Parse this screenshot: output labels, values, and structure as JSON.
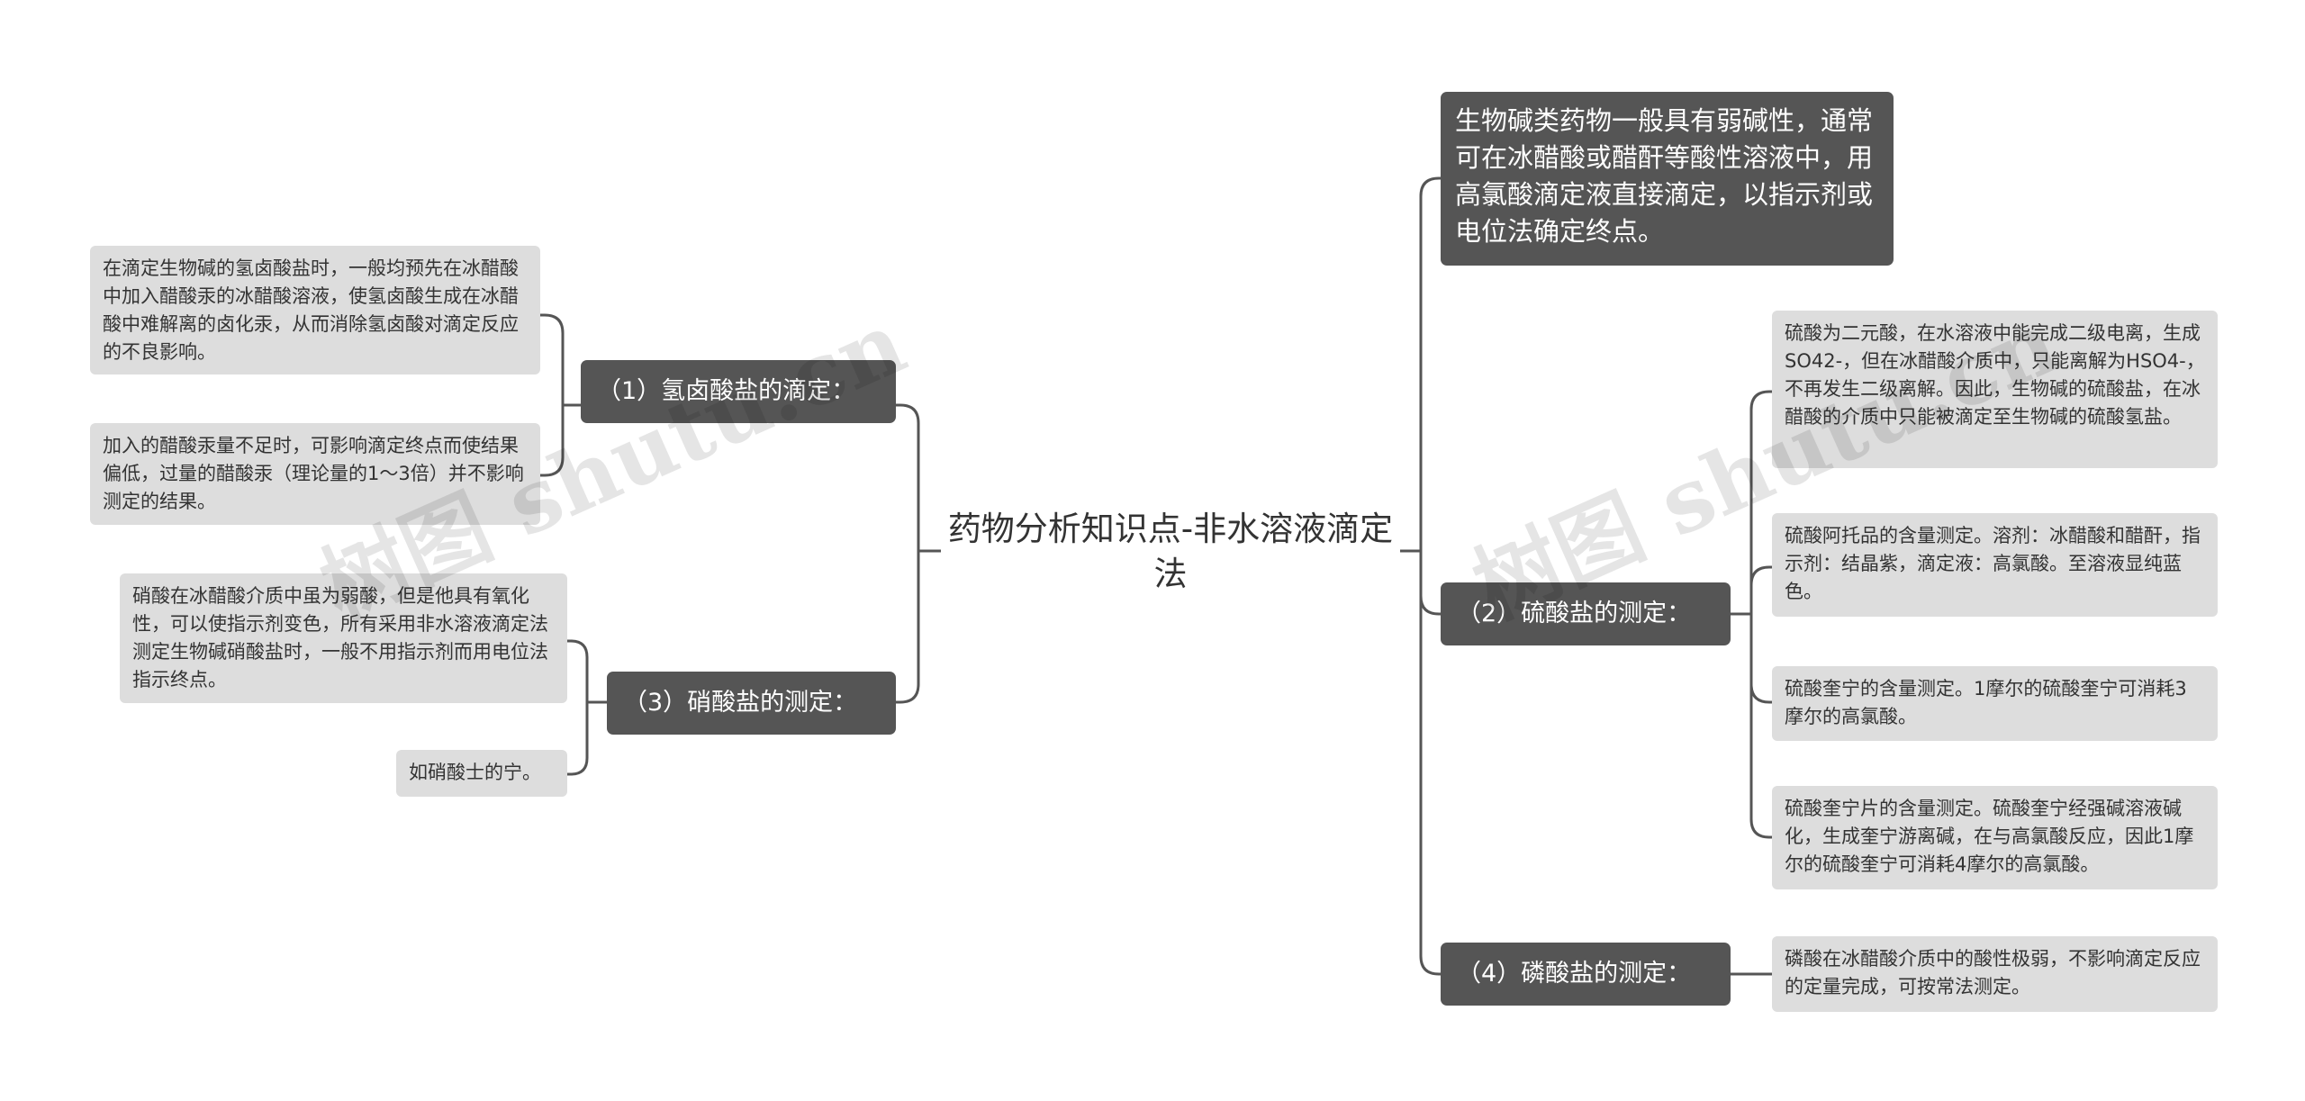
{
  "root": {
    "title": "药物分析知识点-非水溶液滴定法"
  },
  "intro": "生物碱类药物一般具有弱碱性，通常可在冰醋酸或醋酐等酸性溶液中，用高氯酸滴定液直接滴定，以指示剂或电位法确定终点。",
  "branches": {
    "b1": {
      "label": "（1）氢卤酸盐的滴定：",
      "leaves": [
        "在滴定生物碱的氢卤酸盐时，一般均预先在冰醋酸中加入醋酸汞的冰醋酸溶液，使氢卤酸生成在冰醋酸中难解离的卤化汞，从而消除氢卤酸对滴定反应的不良影响。",
        "加入的醋酸汞量不足时，可影响滴定终点而使结果偏低，过量的醋酸汞（理论量的1～3倍）并不影响测定的结果。"
      ]
    },
    "b3": {
      "label": "（3）硝酸盐的测定：",
      "leaves": [
        "硝酸在冰醋酸介质中虽为弱酸，但是他具有氧化性，可以使指示剂变色，所有采用非水溶液滴定法测定生物碱硝酸盐时，一般不用指示剂而用电位法指示终点。",
        "如硝酸士的宁。"
      ]
    },
    "b2": {
      "label": "（2）硫酸盐的测定：",
      "leaves": [
        "硫酸为二元酸，在水溶液中能完成二级电离，生成SO42-，但在冰醋酸介质中，只能离解为HSO4-，不再发生二级离解。因此，生物碱的硫酸盐，在冰醋酸的介质中只能被滴定至生物碱的硫酸氢盐。",
        "硫酸阿托品的含量测定。溶剂：冰醋酸和醋酐，指示剂：结晶紫，滴定液：高氯酸。至溶液显纯蓝色。",
        "硫酸奎宁的含量测定。1摩尔的硫酸奎宁可消耗3摩尔的高氯酸。",
        "硫酸奎宁片的含量测定。硫酸奎宁经强碱溶液碱化，生成奎宁游离碱，在与高氯酸反应，因此1摩尔的硫酸奎宁可消耗4摩尔的高氯酸。"
      ]
    },
    "b4": {
      "label": "（4）磷酸盐的测定：",
      "leaves": [
        "磷酸在冰醋酸介质中的酸性极弱，不影响滴定反应的定量完成，可按常法测定。"
      ]
    }
  },
  "watermark": {
    "text": "树图 shutu.cn"
  },
  "colors": {
    "line": "#555555",
    "branch_bg": "#555555",
    "leaf_bg": "#dddddd",
    "text": "#333333"
  }
}
